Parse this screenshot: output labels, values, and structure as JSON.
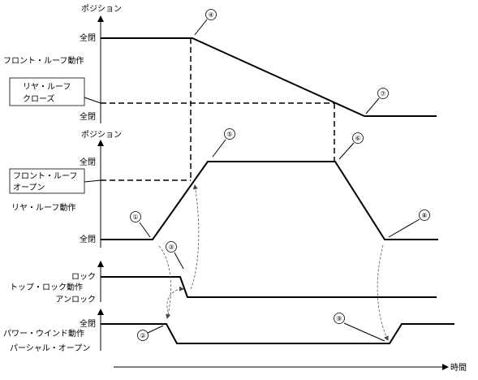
{
  "front_roof": {
    "axis_label": "ポジション",
    "level_top": "全閉",
    "operation": "フロント・ルーフ動作",
    "rear_close_line1": "リヤ・ルーフ",
    "rear_close_line2": "クローズ",
    "level_bottom": "全閉"
  },
  "rear_roof": {
    "axis_label": "ポジション",
    "level_top": "全閉",
    "front_open_line1": "フロント・ルーフ",
    "front_open_line2": "オープン",
    "operation": "リヤ・ルーフ動作",
    "level_bottom": "全閉"
  },
  "top_lock": {
    "lock": "ロック",
    "operation": "トップ・ロック動作",
    "unlock": "アンロック"
  },
  "power_window": {
    "level_top": "全閉",
    "operation": "パワー・ウインド動作",
    "partial_open": "パーシャル・オープン"
  },
  "time_axis": "時間",
  "markers": [
    "①",
    "②",
    "③",
    "④",
    "⑤",
    "⑥",
    "⑦",
    "⑧",
    "⑨"
  ]
}
